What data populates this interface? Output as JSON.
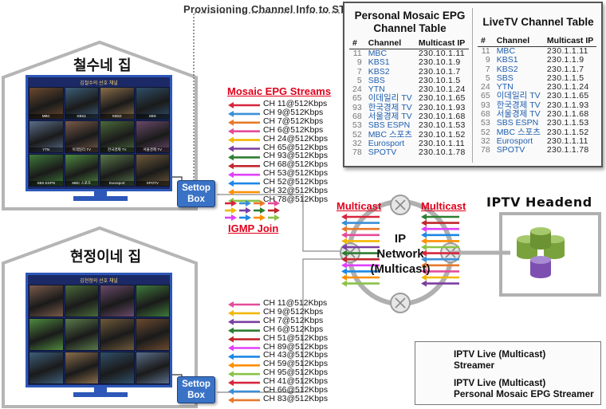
{
  "provisioning_label": "Provisioning Channel Info to STB",
  "personal_table": {
    "title_line1": "Personal Mosaic EPG",
    "title_line2": "Channel Table",
    "headers": [
      "#",
      "Channel",
      "Multicast IP"
    ],
    "rows": [
      [
        "11",
        "MBC",
        "230.10.1.11"
      ],
      [
        "9",
        "KBS1",
        "230.10.1.9"
      ],
      [
        "7",
        "KBS2",
        "230.10.1.7"
      ],
      [
        "5",
        "SBS",
        "230.10.1.5"
      ],
      [
        "24",
        "YTN",
        "230.10.1.24"
      ],
      [
        "65",
        "이데일리 TV",
        "230.10.1.65"
      ],
      [
        "93",
        "한국경제 TV",
        "230.10.1.93"
      ],
      [
        "68",
        "서울경제 TV",
        "230.10.1.68"
      ],
      [
        "53",
        "SBS ESPN",
        "230.10.1.53"
      ],
      [
        "52",
        "MBC 스포츠",
        "230.10.1.52"
      ],
      [
        "32",
        "Eurosport",
        "230.10.1.11"
      ],
      [
        "78",
        "SPOTV",
        "230.10.1.78"
      ]
    ]
  },
  "live_table": {
    "title": "LiveTV Channel Table",
    "headers": [
      "#",
      "Channel",
      "Multicast IP"
    ],
    "rows": [
      [
        "11",
        "MBC",
        "230.1.1.11"
      ],
      [
        "9",
        "KBS1",
        "230.1.1.9"
      ],
      [
        "7",
        "KBS2",
        "230.1.1.7"
      ],
      [
        "5",
        "SBS",
        "230.1.1.5"
      ],
      [
        "24",
        "YTN",
        "230.1.1.24"
      ],
      [
        "65",
        "이데일리 TV",
        "230.1.1.65"
      ],
      [
        "93",
        "한국경제 TV",
        "230.1.1.93"
      ],
      [
        "68",
        "서울경제 TV",
        "230.1.1.68"
      ],
      [
        "53",
        "SBS ESPN",
        "230.1.1.53"
      ],
      [
        "52",
        "MBC 스포츠",
        "230.1.1.52"
      ],
      [
        "32",
        "Eurosport",
        "230.1.1.11"
      ],
      [
        "78",
        "SPOTV",
        "230.1.1.78"
      ]
    ]
  },
  "house1": {
    "title": "철수네 집",
    "tv_banner": "김철수의 선호 채널",
    "tiles": [
      "MBC",
      "KBS1",
      "KBS2",
      "SBS",
      "YTN",
      "이데일리 TV",
      "한국경제 TV",
      "서울경제 TV",
      "SBS ESPN",
      "MBC 스포츠",
      "Eurosport",
      "SPOTV"
    ],
    "settop_line1": "Settop",
    "settop_line2": "Box",
    "streams_title": "Mosaic EPG Streams",
    "streams": [
      "CH 11@512Kbps",
      "CH 9@512Kbps",
      "CH 7@512Kbps",
      "CH 6@512Kbps",
      "CH 24@512Kbps",
      "CH 65@512Kbps",
      "CH 93@512Kbps",
      "CH 68@512Kbps",
      "CH 53@512Kbps",
      "CH 52@512Kbps",
      "CH 32@512Kbps",
      "CH 78@512Kbps"
    ]
  },
  "house2": {
    "title": "현정이네 집",
    "tv_banner": "김현정의 선호 채널",
    "settop_line1": "Settop",
    "settop_line2": "Box",
    "streams": [
      "CH 11@512Kbps",
      "CH 9@512Kbps",
      "CH 7@512Kbps",
      "CH 6@512Kbps",
      "CH 51@512Kbps",
      "CH 89@512Kbps",
      "CH 43@512Kbps",
      "CH 59@512Kbps",
      "CH 95@512Kbps",
      "CH 41@512Kbps",
      "CH 66@512Kbps",
      "CH 83@512Kbps"
    ]
  },
  "igmp_label": "IGMP Join",
  "multicast_left": "Multicast",
  "multicast_right": "Multicast",
  "network_line1": "IP",
  "network_line2": "Network",
  "network_line3": "(Multicast)",
  "headend_title": "IPTV Headend",
  "legend": {
    "item1_line1": "IPTV Live (Multicast)",
    "item1_line2": "Streamer",
    "item2_line1": "IPTV Live (Multicast)",
    "item2_line2": "Personal Mosaic EPG Streamer"
  },
  "colors": {
    "arrows": [
      "#d7263d",
      "#3a8fd9",
      "#e8792b",
      "#e54b9a",
      "#f2b705",
      "#7b3fa0",
      "#2e7d32",
      "#c1272d",
      "#e040fb",
      "#1e88e5",
      "#ff8f00",
      "#8bc34a"
    ],
    "streamer_green": "#7aa23c",
    "streamer_purple": "#7d4fb0",
    "settop_blue": "#3a73c6",
    "label_red": "#e0001b"
  }
}
